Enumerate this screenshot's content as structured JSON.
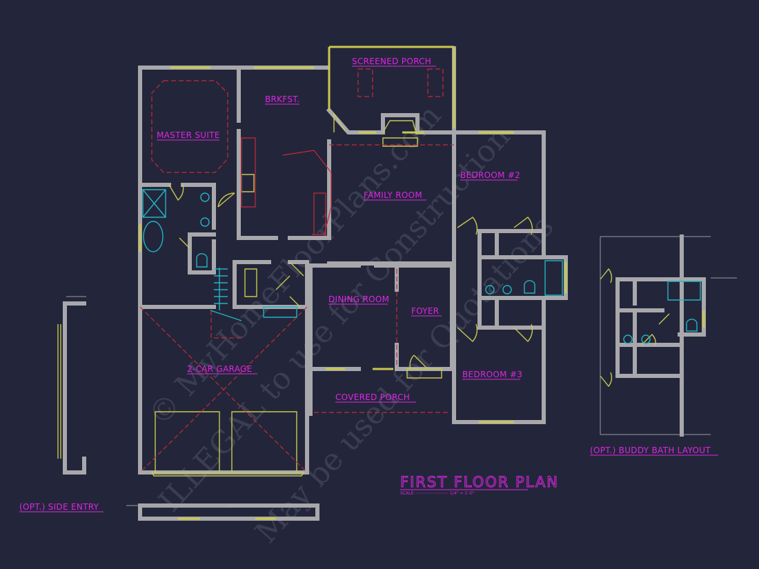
{
  "plan": {
    "title": "FIRST FLOOR PLAN",
    "scale_label": "SCALE:",
    "scale_value": "1/4\" = 1'-0\""
  },
  "rooms": {
    "screened_porch": "SCREENED PORCH",
    "brkfst": "BRKFST.",
    "master_suite": "MASTER SUITE",
    "family_room": "FAMILY ROOM",
    "bedroom2": "BEDROOM #2",
    "dining_room": "DINING ROOM",
    "foyer": "FOYER",
    "garage": "2-CAR GARAGE",
    "bedroom3": "BEDROOM #3",
    "covered_porch": "COVERED PORCH"
  },
  "details": {
    "buddy_bath": "(OPT.) BUDDY BATH LAYOUT",
    "side_entry": "(OPT.) SIDE ENTRY"
  },
  "watermark": {
    "line1": "© MyHomeFloorPlans.com",
    "line2": "ILLEGAL to use for Construction",
    "line3": "May be used for Quotations"
  },
  "colors": {
    "background": "#23263a",
    "labels": "#e024e6",
    "walls": "#a8a8ac",
    "windows_doors": "#c9c94e",
    "dashed_overhead": "#c8283a",
    "fixtures": "#22b4c4"
  }
}
